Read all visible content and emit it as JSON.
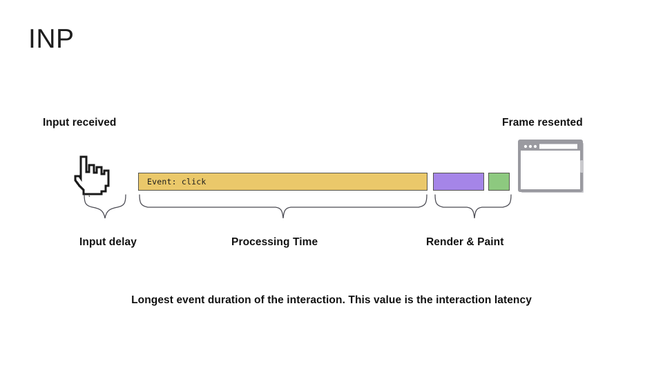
{
  "slide": {
    "title": "INP",
    "background_color": "#ffffff",
    "caption": "Longest event duration of the interaction. This value is the interaction latency"
  },
  "endpoints": {
    "start_label": "Input received",
    "end_label": "Frame resented",
    "start_icon": "hand-cursor-icon",
    "end_icon": "browser-window-icon"
  },
  "timeline": {
    "bars": [
      {
        "name": "event",
        "text": "Event: click",
        "color": "#eac86a",
        "border_color": "#55554e"
      },
      {
        "name": "render",
        "text": "",
        "color": "#a585e8",
        "border_color": "#55554e"
      },
      {
        "name": "paint",
        "text": "",
        "color": "#8dc97f",
        "border_color": "#55554e"
      }
    ]
  },
  "segments": [
    {
      "name": "input-delay",
      "label": "Input delay"
    },
    {
      "name": "processing-time",
      "label": "Processing Time"
    },
    {
      "name": "render-paint",
      "label": "Render & Paint"
    }
  ]
}
